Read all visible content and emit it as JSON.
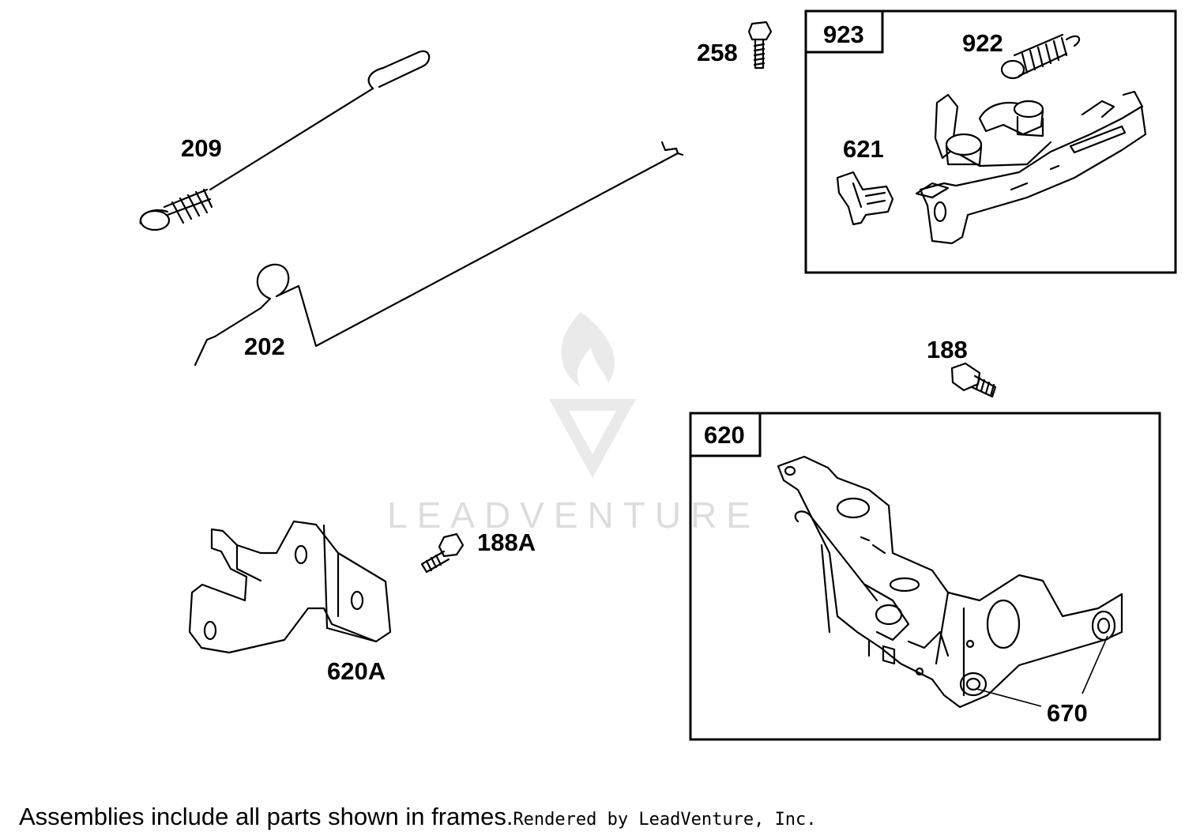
{
  "diagram": {
    "part_labels": {
      "p209": "209",
      "p202": "202",
      "p258": "258",
      "p923": "923",
      "p922": "922",
      "p621": "621",
      "p188": "188",
      "p620": "620",
      "p620A": "620A",
      "p188A": "188A",
      "p670": "670"
    },
    "watermark": "LEADVENTURE"
  },
  "footer": {
    "note": "Assemblies include all parts shown in frames.",
    "credit": "Rendered by LeadVenture, Inc."
  }
}
